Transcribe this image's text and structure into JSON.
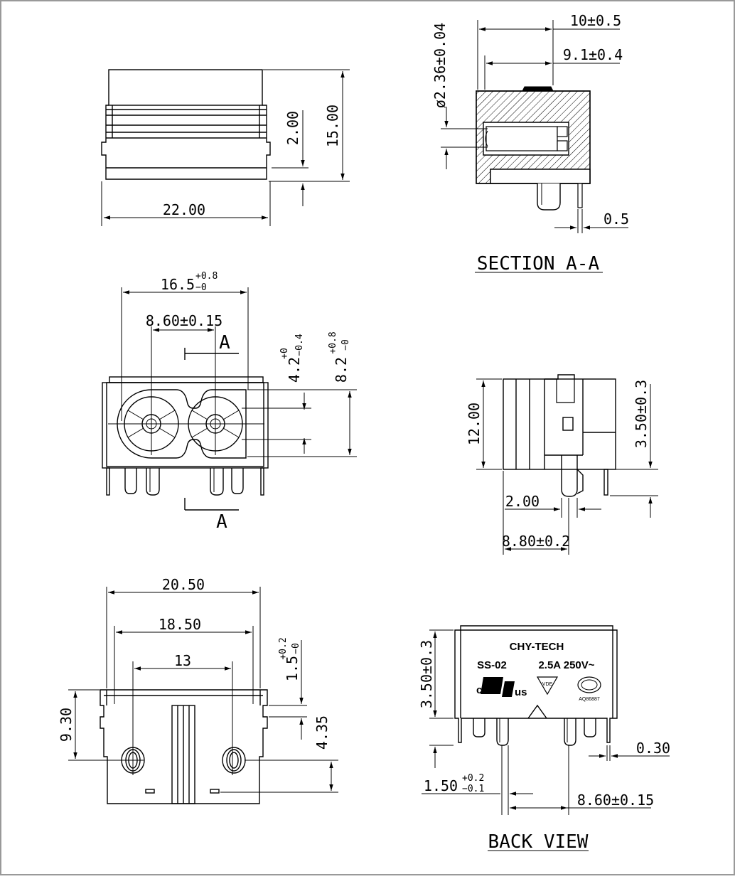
{
  "views": {
    "section_title": "SECTION A-A",
    "back_title": "BACK VIEW",
    "section_marker": "A"
  },
  "dimensions": {
    "top_width": "22.00",
    "top_height": "15.00",
    "top_step": "2.00",
    "pin_diameter": "ø2.36±0.04",
    "section_depth_outer": "10±0.5",
    "section_depth_inner": "9.1±0.4",
    "section_pin_thk": "0.5",
    "front_width_base": "16.5",
    "front_width_tol_plus": "+0.8",
    "front_width_tol_minus": "−0",
    "front_pitch": "8.60±0.15",
    "front_h1_base": "4.2",
    "front_h1_tol_plus": "+0",
    "front_h1_tol_minus": "−0.4",
    "front_h2_base": "8.2",
    "front_h2_tol_plus": "+0.8",
    "front_h2_tol_minus": "−0",
    "side_height": "12.00",
    "side_pin_offset": "3.50±0.3",
    "side_pin_width": "2.00",
    "side_depth": "8.80±0.2",
    "bottom_width": "20.50",
    "bottom_inner": "18.50",
    "bottom_pitch": "13",
    "bottom_depth": "9.30",
    "bottom_flange_base": "1.5",
    "bottom_flange_tol_plus": "+0.2",
    "bottom_flange_tol_minus": "−0",
    "bottom_hole": "4.35",
    "back_pin_offset": "3.50±0.3",
    "back_pin_base": "1.50",
    "back_pin_tol_plus": "+0.2",
    "back_pin_tol_minus": "−0.1",
    "back_pin_thk": "0.30",
    "back_pitch": "8.60±0.15"
  },
  "marking": {
    "brand": "CHY-TECH",
    "model": "SS-02",
    "rating": "2.5A 250V~",
    "ul_c": "c",
    "ul_us": "us",
    "vde": "VDE",
    "ccc_code": "AQ86887"
  }
}
